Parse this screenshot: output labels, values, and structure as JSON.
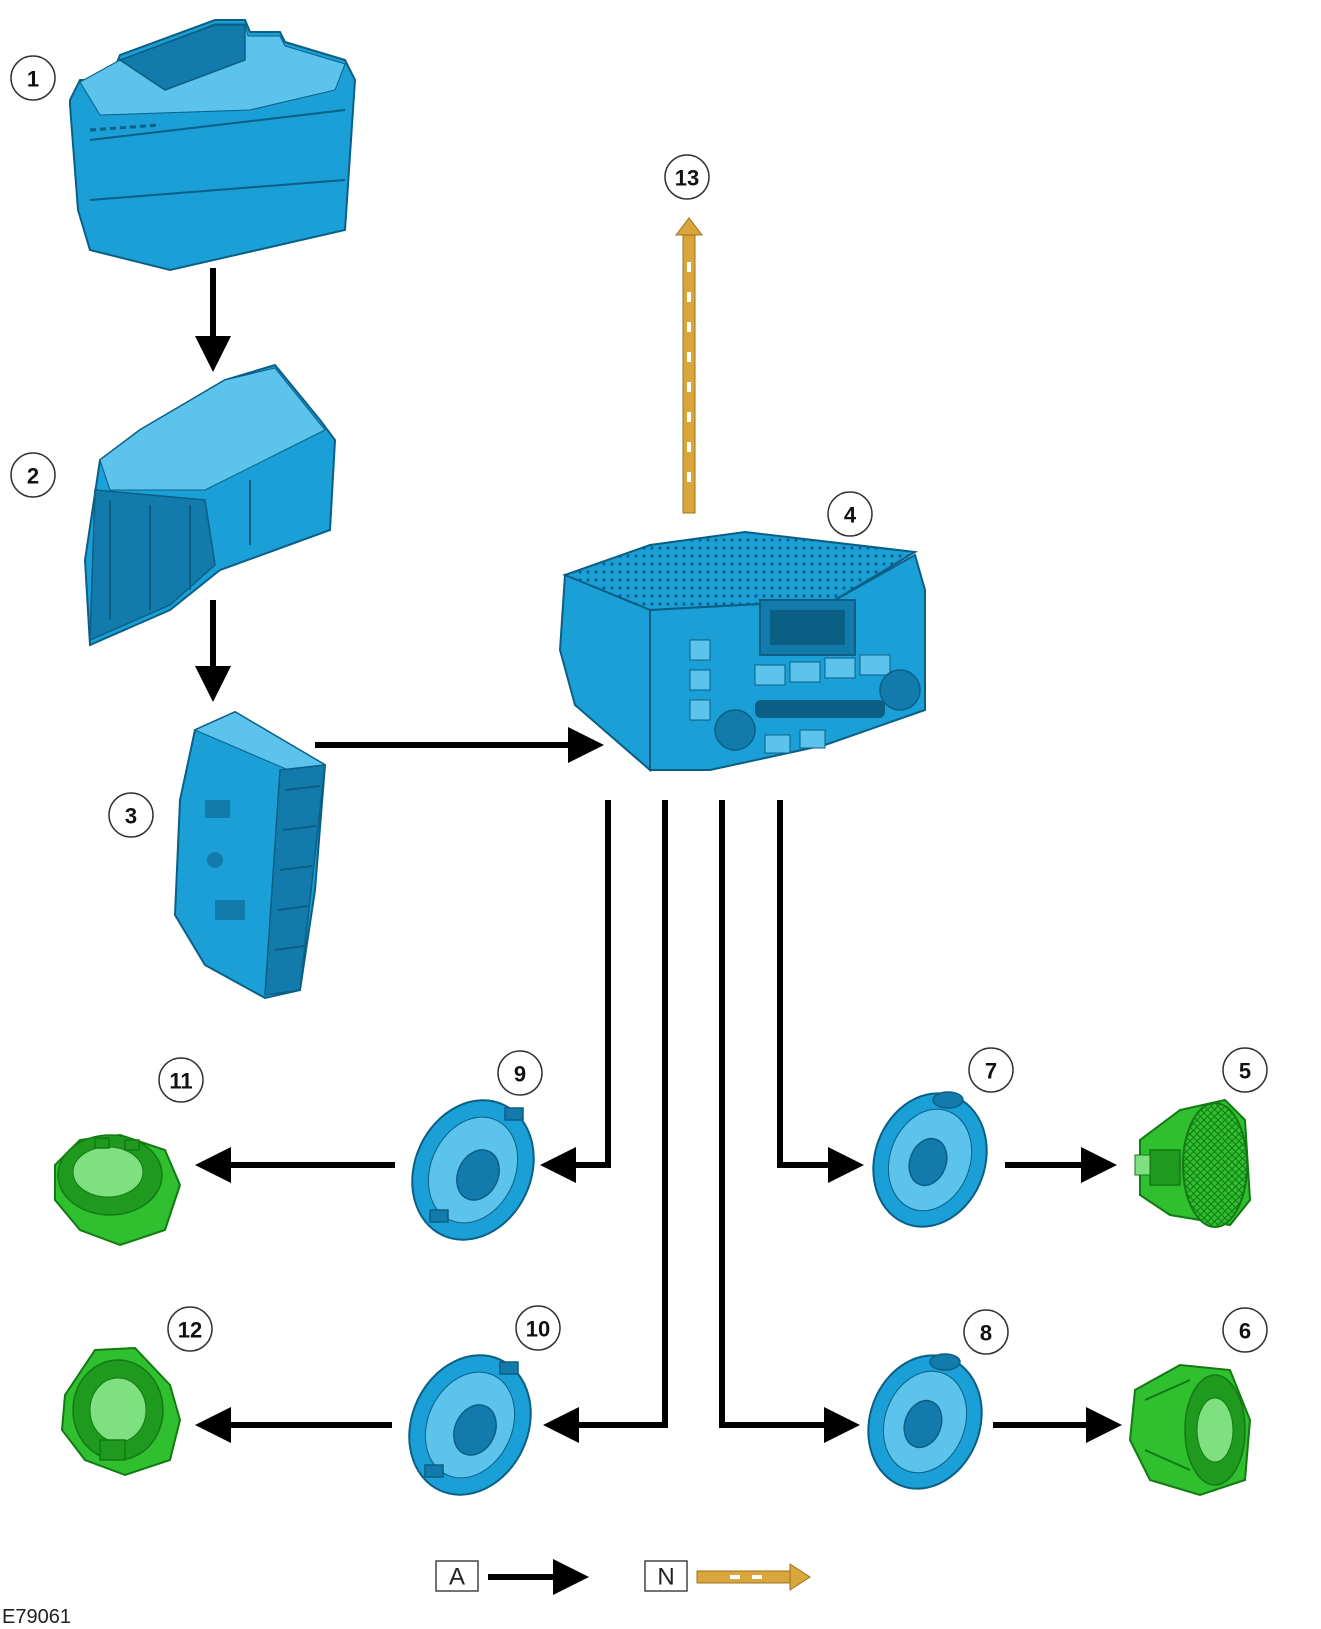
{
  "figure_id": "E79061",
  "colors": {
    "control_arrow": "#000000",
    "network_arrow": "#d9a63c",
    "module_blue": "#1a9fd6",
    "speaker_green": "#2fbf2f"
  },
  "callouts": {
    "c1": "1",
    "c2": "2",
    "c3": "3",
    "c4": "4",
    "c5": "5",
    "c6": "6",
    "c7": "7",
    "c8": "8",
    "c9": "9",
    "c10": "10",
    "c11": "11",
    "c12": "12",
    "c13": "13"
  },
  "legend": {
    "hardwired_key": "A",
    "network_key": "N"
  }
}
